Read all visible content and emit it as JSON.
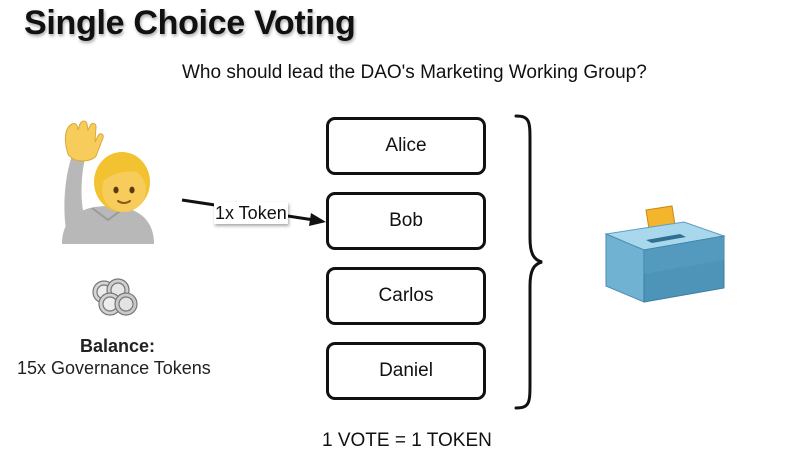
{
  "title": "Single Choice Voting",
  "question": "Who should lead the DAO's Marketing Working Group?",
  "choices": [
    {
      "label": "Alice"
    },
    {
      "label": "Bob"
    },
    {
      "label": "Carlos"
    },
    {
      "label": "Daniel"
    }
  ],
  "voter": {
    "icon": "person-raising-hand-icon",
    "vote_label": "1x Token",
    "balance_title": "Balance:",
    "balance_value": "15x Governance Tokens",
    "coins_icon": "coins-icon"
  },
  "ballot_box": {
    "icon": "ballot-box-icon"
  },
  "footer": "1 VOTE = 1 TOKEN",
  "colors": {
    "skin": "#F7CC5A",
    "hair": "#F2C230",
    "shirt": "#B8B8B8",
    "box_top": "#A9D8EC",
    "box_front": "#6FB2D2",
    "box_side": "#4E93B8",
    "ballot": "#F2B52C"
  }
}
